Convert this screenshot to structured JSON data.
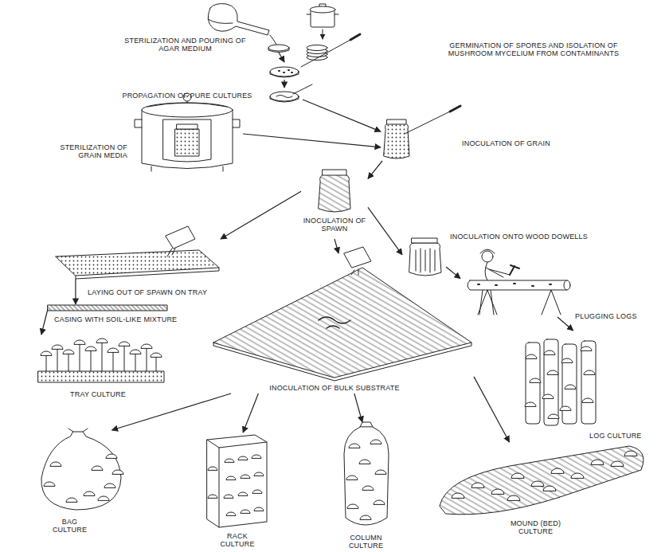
{
  "diagram": {
    "nodes": [
      {
        "text": [
          "STERILIZATION AND POURING OF AGAR MEDIUM"
        ]
      },
      {
        "text": [
          "GERMINATION OF SPORES AND ISOLATION OF MUSHROOM MYCELIUM FROM CONTAMINANTS"
        ]
      },
      {
        "text": [
          "PROPAGATION OF PURE CULTURES"
        ]
      },
      {
        "text": [
          "STERILIZATION OF GRAIN MEDIA"
        ]
      },
      {
        "text": [
          "INOCULATION OF GRAIN"
        ]
      },
      {
        "text": [
          "INOCULATION OF SPAWN"
        ]
      },
      {
        "text": [
          "INOCULATION OF BULK SUBSTRATE"
        ]
      },
      {
        "text": [
          "INOCULATION ONTO WOOD DOWELLS"
        ]
      },
      {
        "text": [
          "PLUGGING LOGS"
        ]
      },
      {
        "text": [
          "LOG CULTURE"
        ]
      },
      {
        "text": [
          "LAYING OUT OF SPAWN ON TRAY"
        ]
      },
      {
        "text": [
          "CASING WITH SOIL-LIKE MIXTURE"
        ]
      },
      {
        "text": [
          "TRAY CULTURE"
        ]
      },
      {
        "text": [
          "BAG CULTURE"
        ]
      },
      {
        "text": [
          "RACK CULTURE"
        ]
      },
      {
        "text": [
          "COLUMN CULTURE"
        ]
      },
      {
        "text": [
          "MOUND (BED) CULTURE"
        ]
      }
    ],
    "edges": [
      {
        "from": 0,
        "to": 1,
        "arrow": "to"
      },
      {
        "from": 1,
        "to": 2,
        "arrow": "to"
      },
      {
        "from": 2,
        "to": 4,
        "arrow": "to"
      },
      {
        "from": 3,
        "to": 4,
        "arrow": "to"
      },
      {
        "from": 4,
        "to": 5,
        "arrow": "to"
      },
      {
        "from": 5,
        "to": 10,
        "arrow": "to"
      },
      {
        "from": 5,
        "to": 6,
        "arrow": "to"
      },
      {
        "from": 5,
        "to": 7,
        "arrow": "to"
      },
      {
        "from": 7,
        "to": 8,
        "arrow": "to"
      },
      {
        "from": 8,
        "to": 9,
        "arrow": "to"
      },
      {
        "from": 10,
        "to": 11,
        "arrow": "to"
      },
      {
        "from": 11,
        "to": 12,
        "arrow": "to"
      },
      {
        "from": 6,
        "to": 13,
        "arrow": "to"
      },
      {
        "from": 6,
        "to": 14,
        "arrow": "to"
      },
      {
        "from": 6,
        "to": 15,
        "arrow": "to"
      },
      {
        "from": 6,
        "to": 16,
        "arrow": "to"
      }
    ]
  }
}
